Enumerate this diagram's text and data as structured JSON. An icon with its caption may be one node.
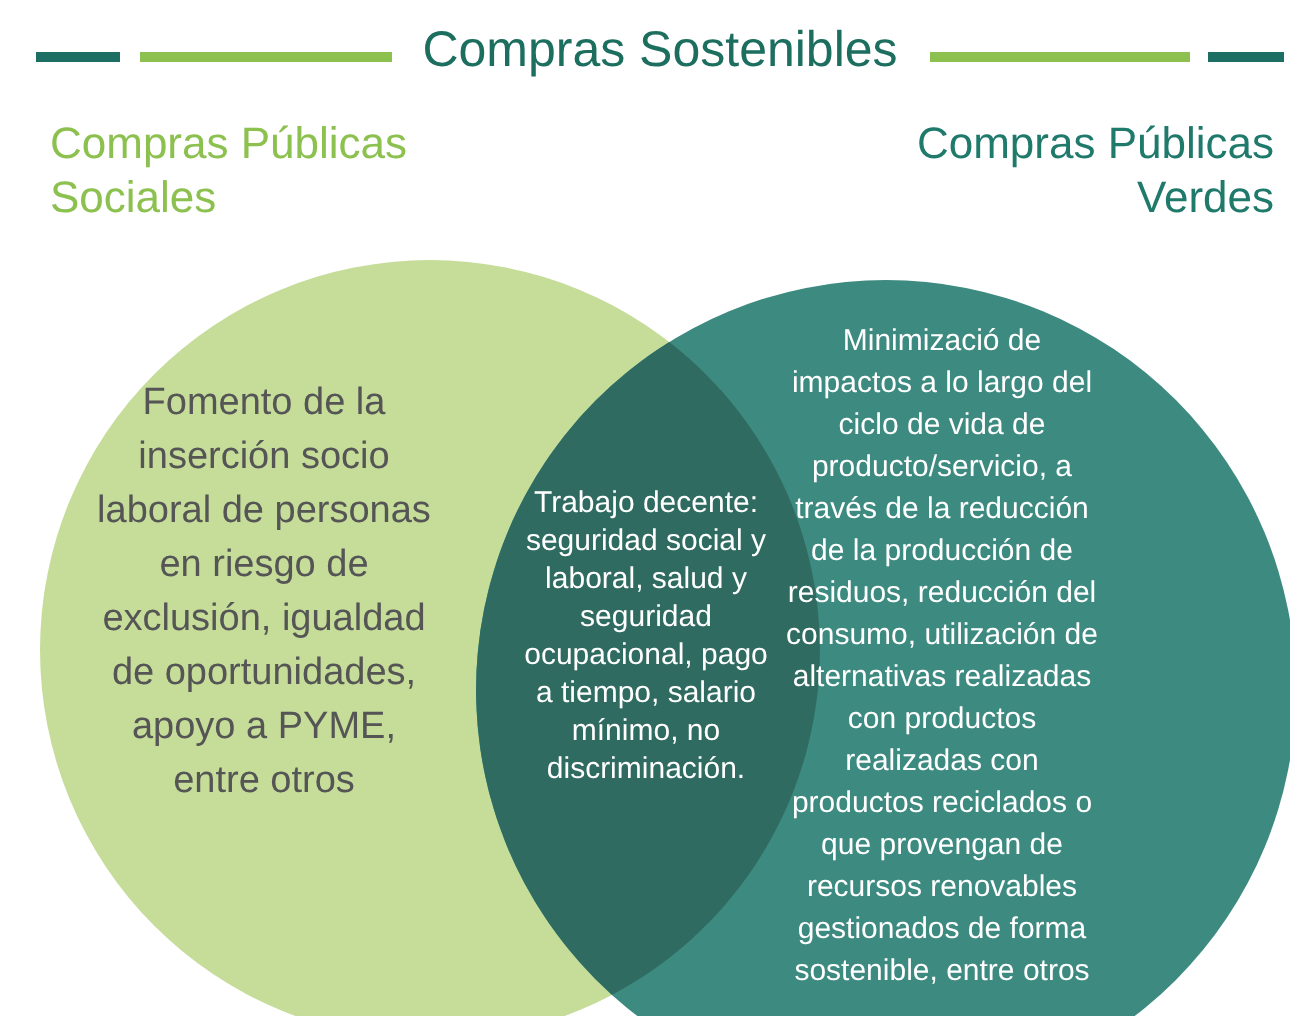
{
  "diagram": {
    "title": "Compras Sostenibles",
    "nodes": [
      {
        "text": [
          "Compras Públicas Sociales",
          "Fomento de la inserción socio laboral de personas en riesgo de exclusión, igualdad de oportunidades, apoyo a PYME, entre otros"
        ]
      },
      {
        "text": [
          "Compras Públicas Verdes",
          "Minimizació de impactos a lo largo del ciclo de vida de producto/servicio, a través de la reducción de la producción de residuos, reducción del consumo, utilización de alternativas realizadas con productos realizadas con productos reciclados o que provengan de recursos renovables gestionados de forma sostenible, entre otros"
        ]
      },
      {
        "text": [
          "Trabajo decente: seguridad social y laboral, salud y seguridad ocupacional, pago a tiempo, salario mínimo, no discriminación."
        ]
      }
    ],
    "edges": []
  }
}
